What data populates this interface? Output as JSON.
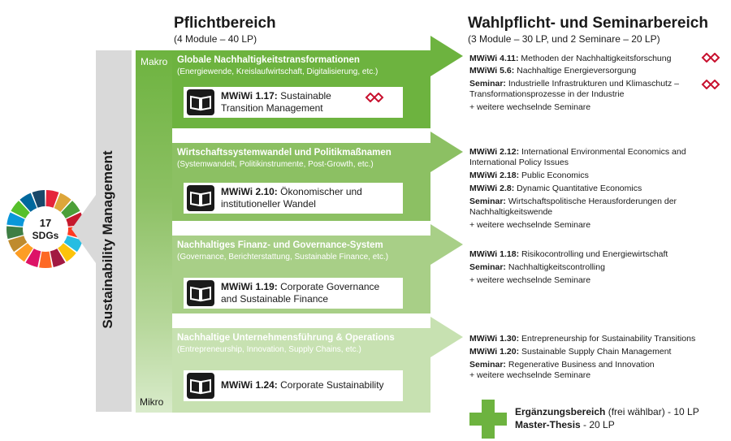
{
  "sdg": {
    "number": "17",
    "label": "SDGs",
    "colors": [
      "#e5243b",
      "#dda63a",
      "#4c9f38",
      "#c5192d",
      "#ff3a21",
      "#26bde2",
      "#fcc30b",
      "#a21942",
      "#fd6925",
      "#dd1367",
      "#fd9d24",
      "#bf8b2e",
      "#3f7e44",
      "#0a97d9",
      "#56c02b",
      "#00689d",
      "#19486a"
    ]
  },
  "side_label": "Sustainability Management",
  "scale": {
    "top": "Makro",
    "bottom": "Mikro"
  },
  "pflicht": {
    "title": "Pflichtbereich",
    "subtitle": "(4 Module – 40 LP)"
  },
  "wahl": {
    "title": "Wahlpflicht- und Seminarbereich",
    "subtitle": "(3 Module – 30 LP, und 2 Seminare – 20 LP)"
  },
  "colors": {
    "green_dark": "#6db33f",
    "green_mid": "#8cc063",
    "green_light": "#b6d79a",
    "green_pale": "#d9ebcb",
    "logo_red": "#c8102e",
    "funnel_gray": "#d9d9d9"
  },
  "bands": [
    {
      "title": "Globale Nachhaltigkeitstransformationen",
      "subtitle": "(Energiewende, Kreislaufwirtschaft, Digitalisierung, etc.)",
      "module_code": "MWiWi 1.17:",
      "module_name_1": "Sustainable",
      "module_name_2": "Transition Management",
      "logo": "Wuppertal Institut",
      "right": [
        {
          "code": "MWiWi 4.11:",
          "text": "Methoden der Nachhaltigkeitsforschung"
        },
        {
          "code": "MWiWi 5.6:",
          "text": "Nachhaltige Energieversorgung"
        },
        {
          "code": "Seminar:",
          "text": "Industrielle Infrastrukturen und Klimaschutz –"
        },
        {
          "code": "",
          "text": "Transformationsprozesse in der Industrie"
        },
        {
          "code": "",
          "text": "+ weitere wechselnde Seminare"
        }
      ]
    },
    {
      "title": "Wirtschaftssystemwandel und Politikmaßnamen",
      "subtitle": "(Systemwandelt, Politikinstrumente, Post-Growth, etc.)",
      "module_code": "MWiWi 2.10:",
      "module_name_1": "Ökonomischer und",
      "module_name_2": "institutioneller Wandel",
      "right": [
        {
          "code": "MWiWi 2.12:",
          "text": "International Environmental Economics and"
        },
        {
          "code": "",
          "text": "International Policy Issues"
        },
        {
          "code": "MWiWi 2.18:",
          "text": "Public Economics"
        },
        {
          "code": "MWiWi 2.8:",
          "text": "Dynamic Quantitative Economics"
        },
        {
          "code": "Seminar:",
          "text": "Wirtschaftspolitische Herausforderungen der"
        },
        {
          "code": "",
          "text": "Nachhaltigkeitswende"
        },
        {
          "code": "",
          "text": "+ weitere wechselnde Seminare"
        }
      ]
    },
    {
      "title": "Nachhaltiges Finanz- und Governance-System",
      "subtitle": "(Governance, Berichterstattung, Sustainable Finance, etc.)",
      "module_code": "MWiWi 1.19:",
      "module_name_1": "Corporate Governance",
      "module_name_2": "and Sustainable Finance",
      "right": [
        {
          "code": "MWiWi 1.18:",
          "text": "Risikocontrolling und Energiewirtschaft"
        },
        {
          "code": "Seminar:",
          "text": "Nachhaltigkeitscontrolling"
        },
        {
          "code": "",
          "text": "+ weitere wechselnde Seminare"
        }
      ]
    },
    {
      "title": "Nachhaltige Unternehmensführung & Operations",
      "subtitle": "(Entrepreneurship, Innovation, Supply Chains, etc.)",
      "module_code": "MWiWi 1.24:",
      "module_name_1": "Corporate Sustainability",
      "module_name_2": "",
      "right": [
        {
          "code": "MWiWi 1.30:",
          "text": "Entrepreneurship for Sustainability Transitions"
        },
        {
          "code": "MWiWi 1.20:",
          "text": "Sustainable Supply Chain Management"
        },
        {
          "code": "Seminar:",
          "text": "Regenerative Business and Innovation"
        },
        {
          "code": "",
          "text": "+ weitere wechselnde Seminare"
        }
      ]
    }
  ],
  "bottom": {
    "line1_bold": "Ergänzungsbereich",
    "line1_rest": " (frei wählbar) - 10 LP",
    "line2_bold": "Master-Thesis",
    "line2_rest": " - 20 LP"
  }
}
